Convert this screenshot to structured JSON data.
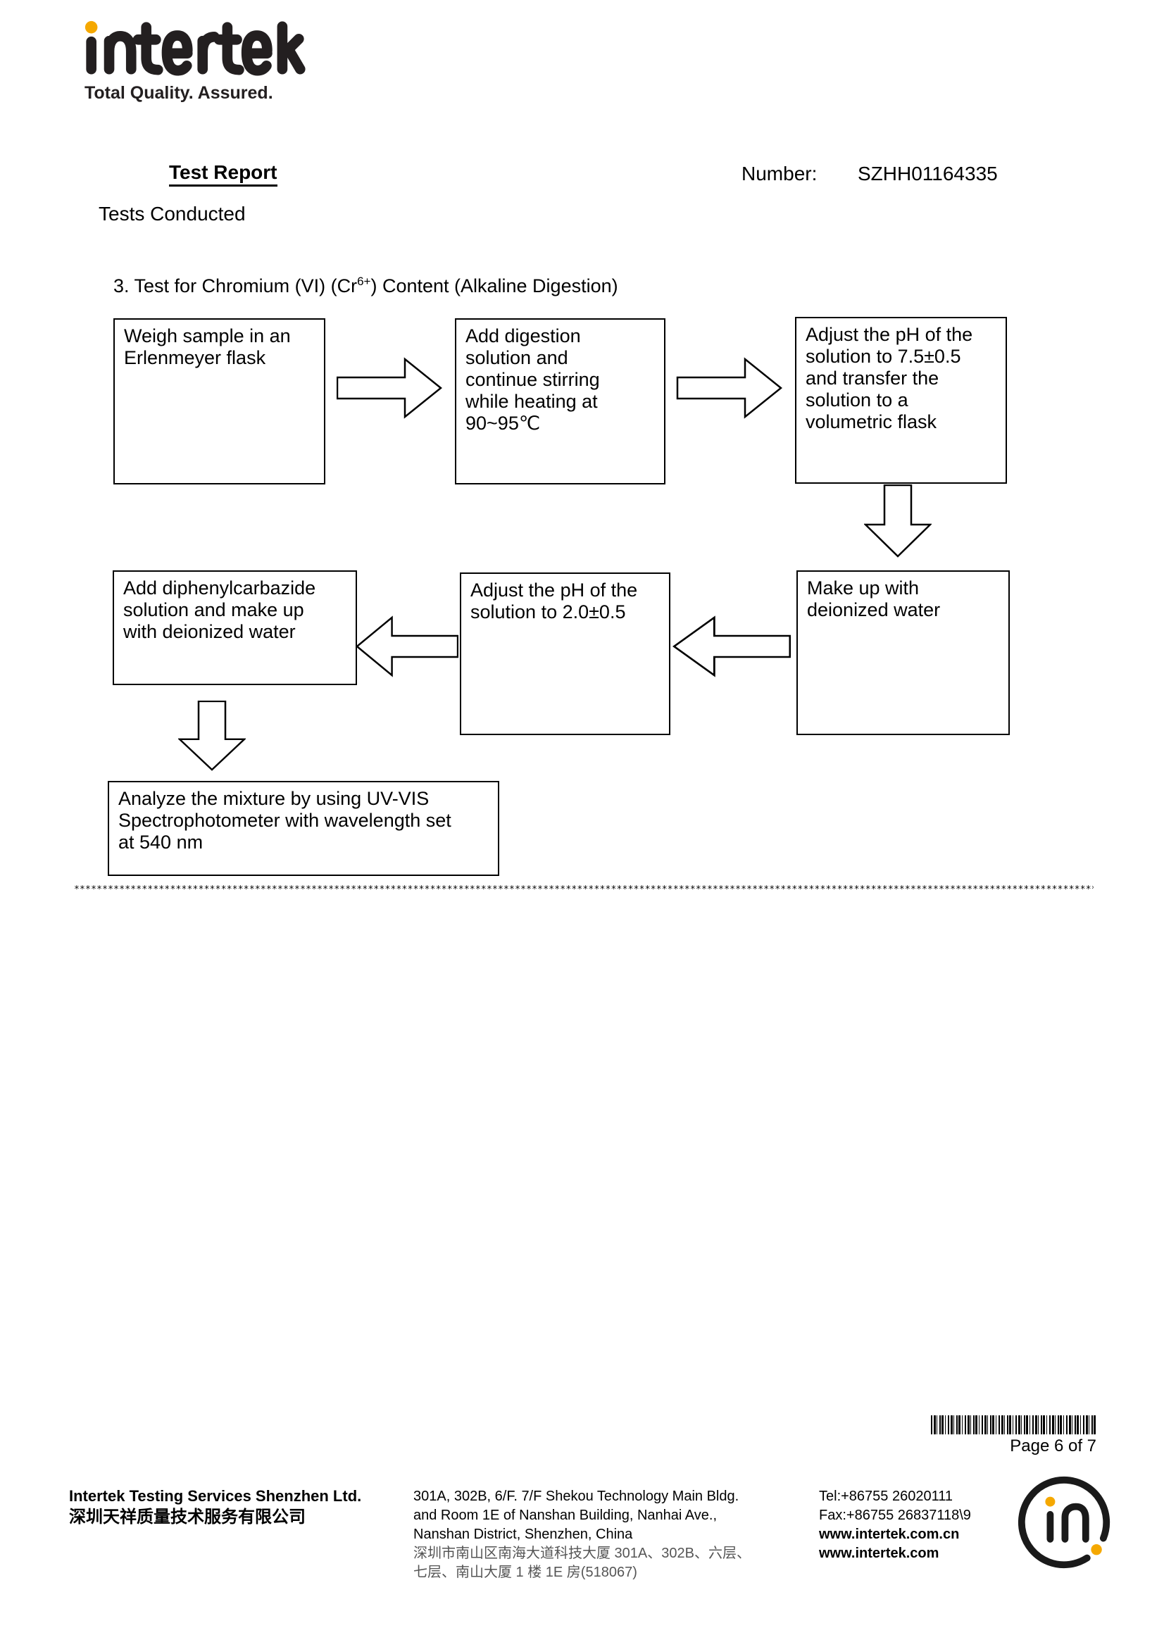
{
  "colors": {
    "brand_yellow": "#f5a800",
    "ink": "#000000",
    "footer_cn_gray": "#555555"
  },
  "logo": {
    "wordmark": "intertek",
    "tagline": "Total Quality. Assured.",
    "wordmark_icon": "intertek-wordmark-logo",
    "circle_icon": "intertek-in-circle-logo"
  },
  "header": {
    "title": "Test Report",
    "number_label": "Number:",
    "number_value": "SZHH01164335",
    "subtitle": "Tests Conducted"
  },
  "section": {
    "pre": "3. Test for Chromium (VI) (Cr",
    "sup": "6+",
    "post": ") Content (Alkaline Digestion)"
  },
  "flow": {
    "steps": [
      {
        "text": "Weigh sample in an\nErlenmeyer flask"
      },
      {
        "text": "Add digestion\nsolution and\ncontinue stirring\nwhile heating at\n90~95℃"
      },
      {
        "text": "Adjust the pH of the\nsolution to 7.5±0.5\nand transfer the\nsolution to a\nvolumetric flask"
      },
      {
        "text": "Make up with\ndeionized water"
      },
      {
        "text": "Adjust the pH of the\nsolution to 2.0±0.5"
      },
      {
        "text": "Add diphenylcarbazide\nsolution and make up\nwith deionized water"
      },
      {
        "text": "Analyze the mixture by using UV-VIS\nSpectrophotometer with wavelength set\nat 540 nm"
      }
    ]
  },
  "separator": {
    "asterisks": "************************************************************************************************************************************************************************************************************************************************"
  },
  "pagination": {
    "page_label": "Page 6 of 7",
    "barcode_icon": "barcode-icon"
  },
  "footer": {
    "company_en": "Intertek Testing Services Shenzhen Ltd.",
    "company_cn": "深圳天祥质量技术服务有限公司",
    "address_lines": [
      "301A, 302B, 6/F. 7/F Shekou Technology Main Bldg.",
      "and Room 1E of Nanshan Building, Nanhai Ave.,",
      "Nanshan District, Shenzhen, China",
      "深圳市南山区南海大道科技大厦 301A、302B、六层、",
      "七层、南山大厦 1 楼 1E 房(518067)"
    ],
    "tel": "Tel:+86755 26020111",
    "fax": "Fax:+86755 26837118\\9",
    "web_cn": "www.intertek.com.cn",
    "web_com": "www.intertek.com"
  }
}
